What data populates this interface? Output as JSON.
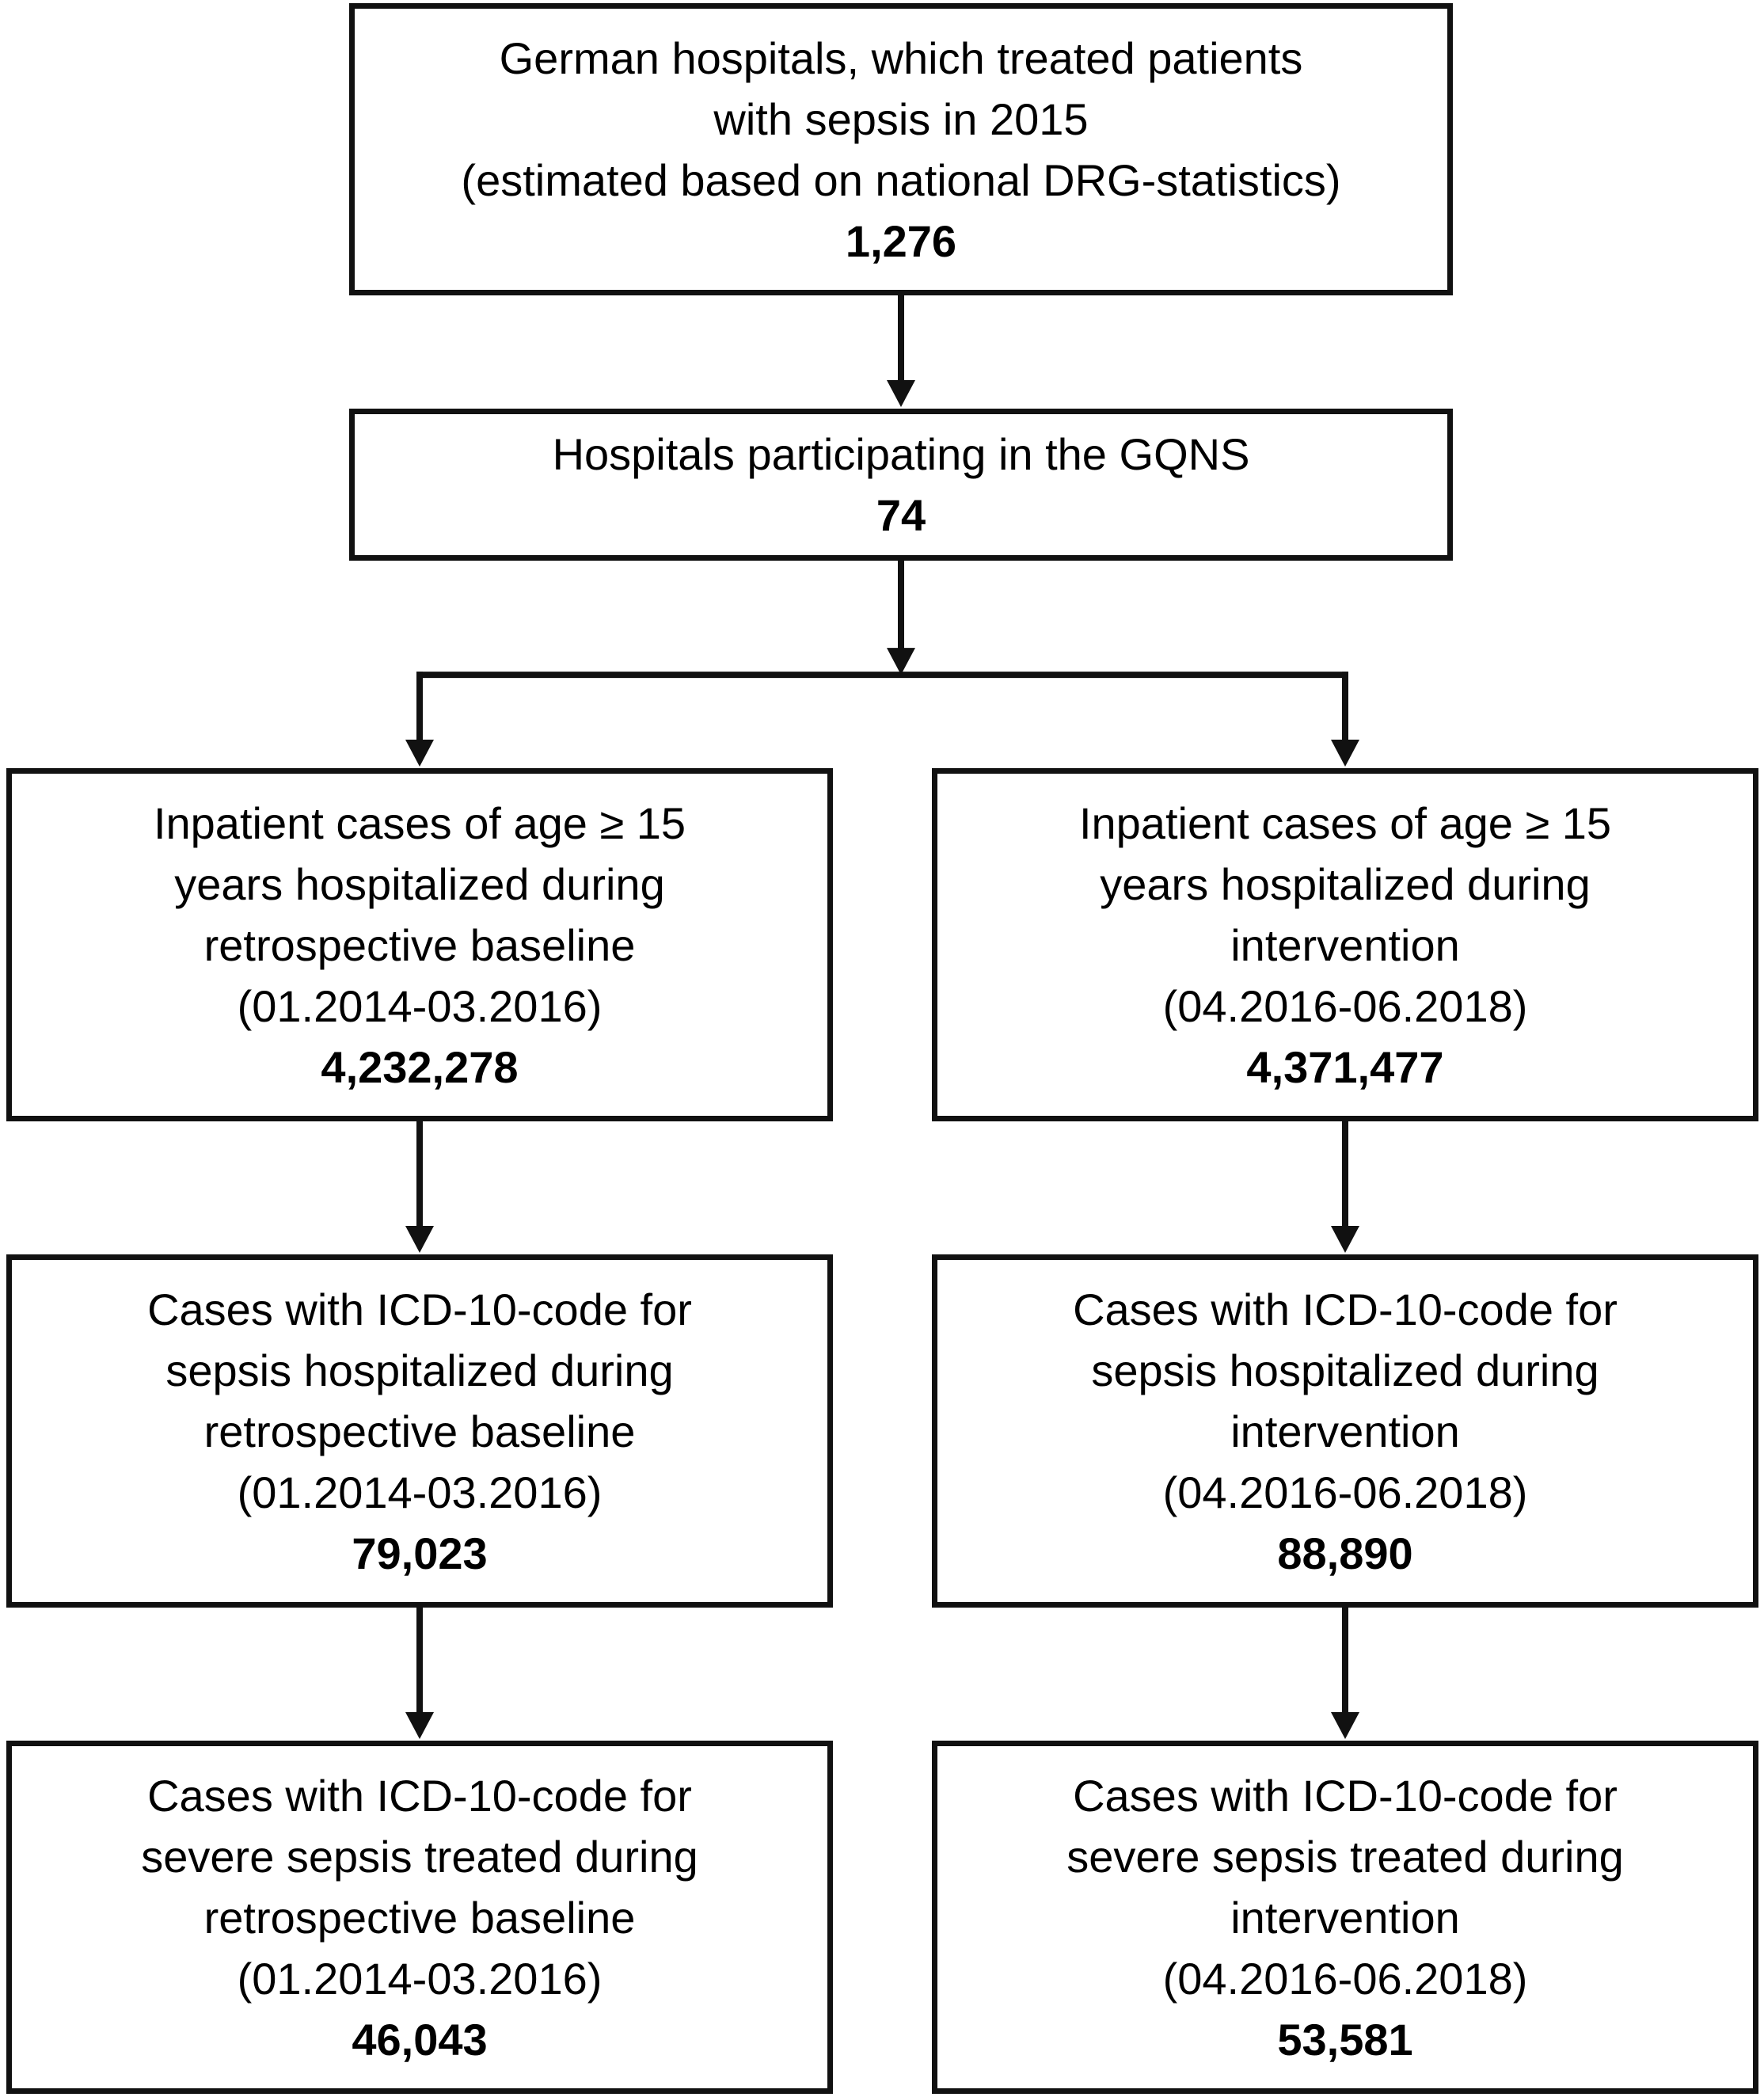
{
  "nodes": {
    "top": {
      "lines": [
        "German hospitals, which treated patients",
        "with sepsis in 2015",
        "(estimated based on national DRG-statistics)"
      ],
      "count": "1,276"
    },
    "gqns": {
      "lines": [
        "Hospitals participating in the GQNS"
      ],
      "count": "74"
    },
    "left_inpatient": {
      "lines": [
        "Inpatient cases of age ≥ 15",
        "years hospitalized during",
        "retrospective baseline",
        "(01.2014-03.2016)"
      ],
      "count": "4,232,278"
    },
    "right_inpatient": {
      "lines": [
        "Inpatient cases of age ≥ 15",
        "years hospitalized during",
        "intervention",
        "(04.2016-06.2018)"
      ],
      "count": "4,371,477"
    },
    "left_sepsis": {
      "lines": [
        "Cases with ICD-10-code for",
        "sepsis hospitalized during",
        "retrospective baseline",
        "(01.2014-03.2016)"
      ],
      "count": "79,023"
    },
    "right_sepsis": {
      "lines": [
        "Cases with ICD-10-code for",
        "sepsis hospitalized during",
        "intervention",
        "(04.2016-06.2018)"
      ],
      "count": "88,890"
    },
    "left_severe": {
      "lines": [
        "Cases with ICD-10-code for",
        "severe sepsis treated during",
        "retrospective baseline",
        "(01.2014-03.2016)"
      ],
      "count": "46,043"
    },
    "right_severe": {
      "lines": [
        "Cases with ICD-10-code for",
        "severe sepsis treated during",
        "intervention",
        "(04.2016-06.2018)"
      ],
      "count": "53,581"
    }
  },
  "edges": [
    {
      "from": "top",
      "to": "gqns"
    },
    {
      "from": "gqns",
      "to": "left_inpatient"
    },
    {
      "from": "gqns",
      "to": "right_inpatient"
    },
    {
      "from": "left_inpatient",
      "to": "left_sepsis"
    },
    {
      "from": "right_inpatient",
      "to": "right_sepsis"
    },
    {
      "from": "left_sepsis",
      "to": "left_severe"
    },
    {
      "from": "right_sepsis",
      "to": "right_severe"
    }
  ],
  "colors": {
    "line": "#111111",
    "box_fill": "#ffffff",
    "text": "#000000"
  }
}
